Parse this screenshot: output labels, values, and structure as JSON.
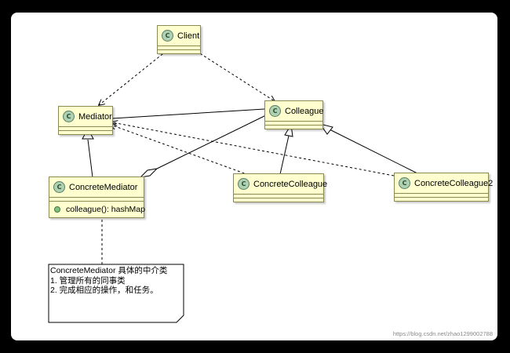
{
  "diagram": {
    "type": "uml-class-diagram",
    "class_icon_glyph": "C",
    "classes": {
      "client": {
        "name": "Client"
      },
      "mediator": {
        "name": "Mediator"
      },
      "colleague": {
        "name": "Colleague"
      },
      "concrete_mediator": {
        "name": "ConcreteMediator",
        "members": [
          "colleague(): hashMap"
        ]
      },
      "concrete_colleague": {
        "name": "ConcreteColleague"
      },
      "concrete_colleague2": {
        "name": "ConcreteColleague2"
      }
    },
    "relations": [
      {
        "from": "Client",
        "to": "Mediator",
        "kind": "dependency"
      },
      {
        "from": "Client",
        "to": "Colleague",
        "kind": "dependency"
      },
      {
        "from": "Mediator",
        "to": "Colleague",
        "kind": "association"
      },
      {
        "from": "ConcreteMediator",
        "to": "Mediator",
        "kind": "generalization"
      },
      {
        "from": "ConcreteMediator",
        "to": "Colleague",
        "kind": "aggregation"
      },
      {
        "from": "ConcreteColleague",
        "to": "Colleague",
        "kind": "generalization"
      },
      {
        "from": "ConcreteColleague2",
        "to": "Colleague",
        "kind": "generalization"
      },
      {
        "from": "ConcreteColleague",
        "to": "Mediator",
        "kind": "dependency"
      },
      {
        "from": "ConcreteColleague2",
        "to": "Mediator",
        "kind": "dependency"
      },
      {
        "from": "note",
        "to": "ConcreteMediator",
        "kind": "note-link"
      }
    ],
    "note": {
      "lines": [
        "ConcreteMediator 具体的中介类",
        "1. 管理所有的同事类",
        "2. 完成相应的操作，和任务。"
      ]
    },
    "colors": {
      "class_fill": "#fefece",
      "class_border": "#8a8a52",
      "class_icon": "#add1b2",
      "method_icon": "#84be84"
    }
  },
  "watermark": "https://blog.csdn.net/zhao1299002788"
}
